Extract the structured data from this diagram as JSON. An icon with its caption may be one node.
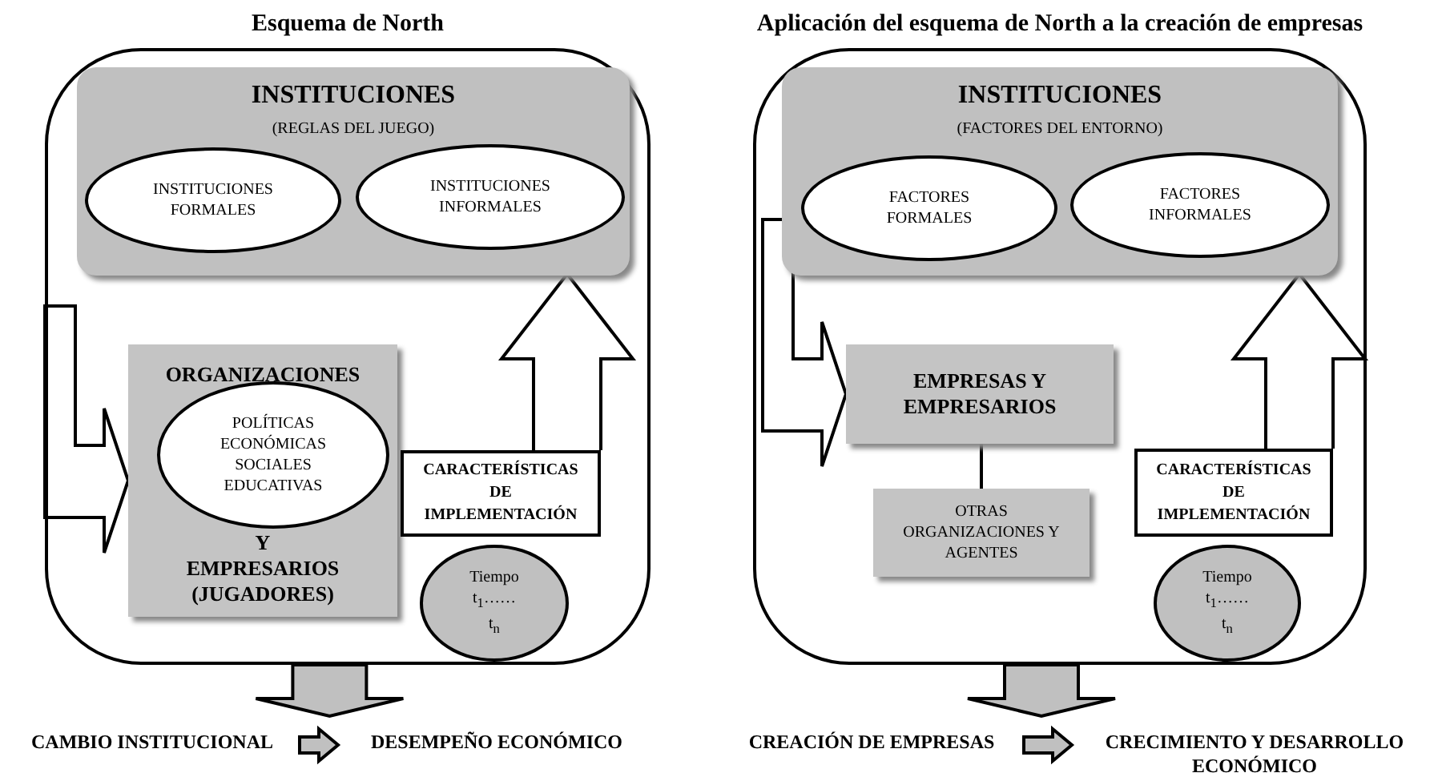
{
  "diagram": {
    "nodes": [
      {
        "text": [
          "Esquema de North"
        ]
      },
      {
        "text": [
          "INSTITUCIONES",
          "(REGLAS DEL JUEGO)"
        ],
        "in": 0
      },
      {
        "text": [
          "INSTITUCIONES FORMALES"
        ],
        "in": 1
      },
      {
        "text": [
          "INSTITUCIONES INFORMALES"
        ],
        "in": 1
      },
      {
        "text": [
          "ORGANIZACIONES",
          "Y EMPRESARIOS (JUGADORES)"
        ],
        "in": 0
      },
      {
        "text": [
          "POLÍTICAS ECONÓMICAS SOCIALES EDUCATIVAS"
        ],
        "in": 4
      },
      {
        "text": [
          "CARACTERÍSTICAS DE IMPLEMENTACIÓN"
        ],
        "in": 0
      },
      {
        "text": [
          "Tiempo t$_{1}$……t$_{n}$"
        ],
        "in": 0
      },
      {
        "text": [
          "CAMBIO INSTITUCIONAL"
        ]
      },
      {
        "text": [
          "DESEMPEÑO ECONÓMICO"
        ]
      },
      {
        "text": [
          "Aplicación del esquema de North a la creación de empresas"
        ]
      },
      {
        "text": [
          "INSTITUCIONES",
          "(FACTORES DEL ENTORNO)"
        ],
        "in": 10
      },
      {
        "text": [
          "FACTORES FORMALES"
        ],
        "in": 11
      },
      {
        "text": [
          "FACTORES INFORMALES"
        ],
        "in": 11
      },
      {
        "text": [
          "EMPRESAS Y EMPRESARIOS"
        ],
        "in": 10
      },
      {
        "text": [
          "OTRAS ORGANIZACIONES Y AGENTES"
        ],
        "in": 10
      },
      {
        "text": [
          "CARACTERÍSTICAS DE IMPLEMENTACIÓN"
        ],
        "in": 10
      },
      {
        "text": [
          "Tiempo t$_{1}$……t$_{n}$"
        ],
        "in": 10
      },
      {
        "text": [
          "CREACIÓN DE EMPRESAS"
        ]
      },
      {
        "text": [
          "CRECIMIENTO Y DESARROLLO ECONÓMICO"
        ]
      }
    ],
    "edges": [
      {
        "from": null,
        "to": 4,
        "arrow": "to"
      },
      {
        "from": 6,
        "to": 1,
        "arrow": "to"
      },
      {
        "from": 0,
        "to": 8,
        "arrow": "to"
      },
      {
        "from": 8,
        "to": 9,
        "arrow": "to"
      },
      {
        "from": null,
        "to": 14,
        "arrow": "to"
      },
      {
        "from": 14,
        "to": 15,
        "arrow": "none"
      },
      {
        "from": 16,
        "to": 11,
        "arrow": "to"
      },
      {
        "from": 10,
        "to": 18,
        "arrow": "to"
      },
      {
        "from": 18,
        "to": 19,
        "arrow": "to"
      }
    ]
  }
}
